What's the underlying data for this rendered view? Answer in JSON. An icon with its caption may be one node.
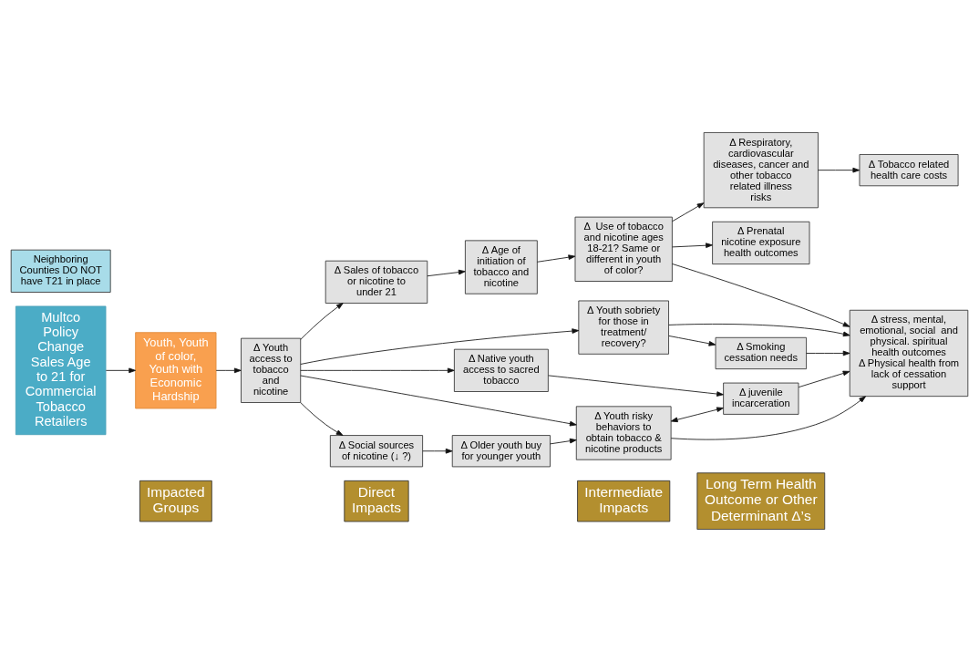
{
  "diagram": {
    "nodes": [
      {
        "text": [
          "Impacted Groups"
        ]
      },
      {
        "text": [
          "Direct Impacts"
        ]
      },
      {
        "text": [
          "Intermediate Impacts"
        ]
      },
      {
        "text": [
          "Long Term Health Outcome or Other Determinant Δ’s"
        ]
      },
      {
        "text": [
          "Multco Policy Change Sales Age to 21 for Commercial Tobacco Retailers"
        ]
      },
      {
        "text": [
          "Youth, Youth of color, Youth with Economic Hardship"
        ]
      },
      {
        "text": [
          "Δ Youth access to tobacco and nicotine"
        ]
      },
      {
        "text": [
          "Δ Sales of tobacco or nicotine to under 21"
        ]
      },
      {
        "text": [
          "Δ Social sources of nicotine (↓ ?)"
        ]
      },
      {
        "text": [
          "Δ Older youth buy for younger youth"
        ]
      },
      {
        "text": [
          "Δ Native youth access to sacred tobacco"
        ]
      },
      {
        "text": [
          "Δ Age of initiation of tobacco and nicotine"
        ]
      },
      {
        "text": [
          "Δ  Use of tobacco and nicotine ages 18-21? Same or different in youth of color?"
        ]
      },
      {
        "text": [
          "Δ Youth sobriety for those in treatment/ recovery?"
        ]
      },
      {
        "text": [
          "Δ Smoking cessation needs"
        ]
      },
      {
        "text": [
          "Δ Youth risky behaviors to obtain tobacco & nicotine products"
        ]
      },
      {
        "text": [
          "Δ juvenile incarceration"
        ]
      },
      {
        "text": [
          "Δ Respiratory, cardiovascular diseases, cancer and other tobacco related illness risks"
        ]
      },
      {
        "text": [
          "Δ Tobacco related health care costs"
        ]
      },
      {
        "text": [
          "Δ Prenatal nicotine exposure health outcomes"
        ]
      },
      {
        "text": [
          "Δ stress, mental, emotional, social  and physical. spiritual health outcomes",
          "Δ Physical health from lack of cessation support"
        ]
      },
      {
        "text": [
          "Neighboring Counties DO NOT have T21 in place"
        ]
      }
    ],
    "edges": [
      {
        "from": 4,
        "to": 5,
        "arrow": "to"
      },
      {
        "from": 5,
        "to": 6,
        "arrow": "to"
      },
      {
        "from": 6,
        "to": 7,
        "arrow": "to"
      },
      {
        "from": 6,
        "to": 8,
        "arrow": "to"
      },
      {
        "from": 6,
        "to": 13,
        "arrow": "to"
      },
      {
        "from": 6,
        "to": 15,
        "arrow": "to"
      },
      {
        "from": 6,
        "to": 10,
        "arrow": "to"
      },
      {
        "from": 7,
        "to": 11,
        "arrow": "to"
      },
      {
        "from": 11,
        "to": 12,
        "arrow": "to"
      },
      {
        "from": 8,
        "to": 9,
        "arrow": "to"
      },
      {
        "from": 9,
        "to": 15,
        "arrow": "to"
      },
      {
        "from": 10,
        "to": 16,
        "arrow": "to"
      },
      {
        "from": 15,
        "to": 16,
        "arrow": "both"
      },
      {
        "from": 13,
        "to": 14,
        "arrow": "to"
      },
      {
        "from": 12,
        "to": 17,
        "arrow": "to"
      },
      {
        "from": 12,
        "to": 19,
        "arrow": "to"
      },
      {
        "from": 12,
        "to": 20,
        "arrow": "to"
      },
      {
        "from": 13,
        "to": 20,
        "arrow": "to"
      },
      {
        "from": 14,
        "to": 20,
        "arrow": "to"
      },
      {
        "from": 15,
        "to": 20,
        "arrow": "to"
      },
      {
        "from": 16,
        "to": 20,
        "arrow": "to"
      },
      {
        "from": 17,
        "to": 18,
        "arrow": "to"
      }
    ]
  }
}
